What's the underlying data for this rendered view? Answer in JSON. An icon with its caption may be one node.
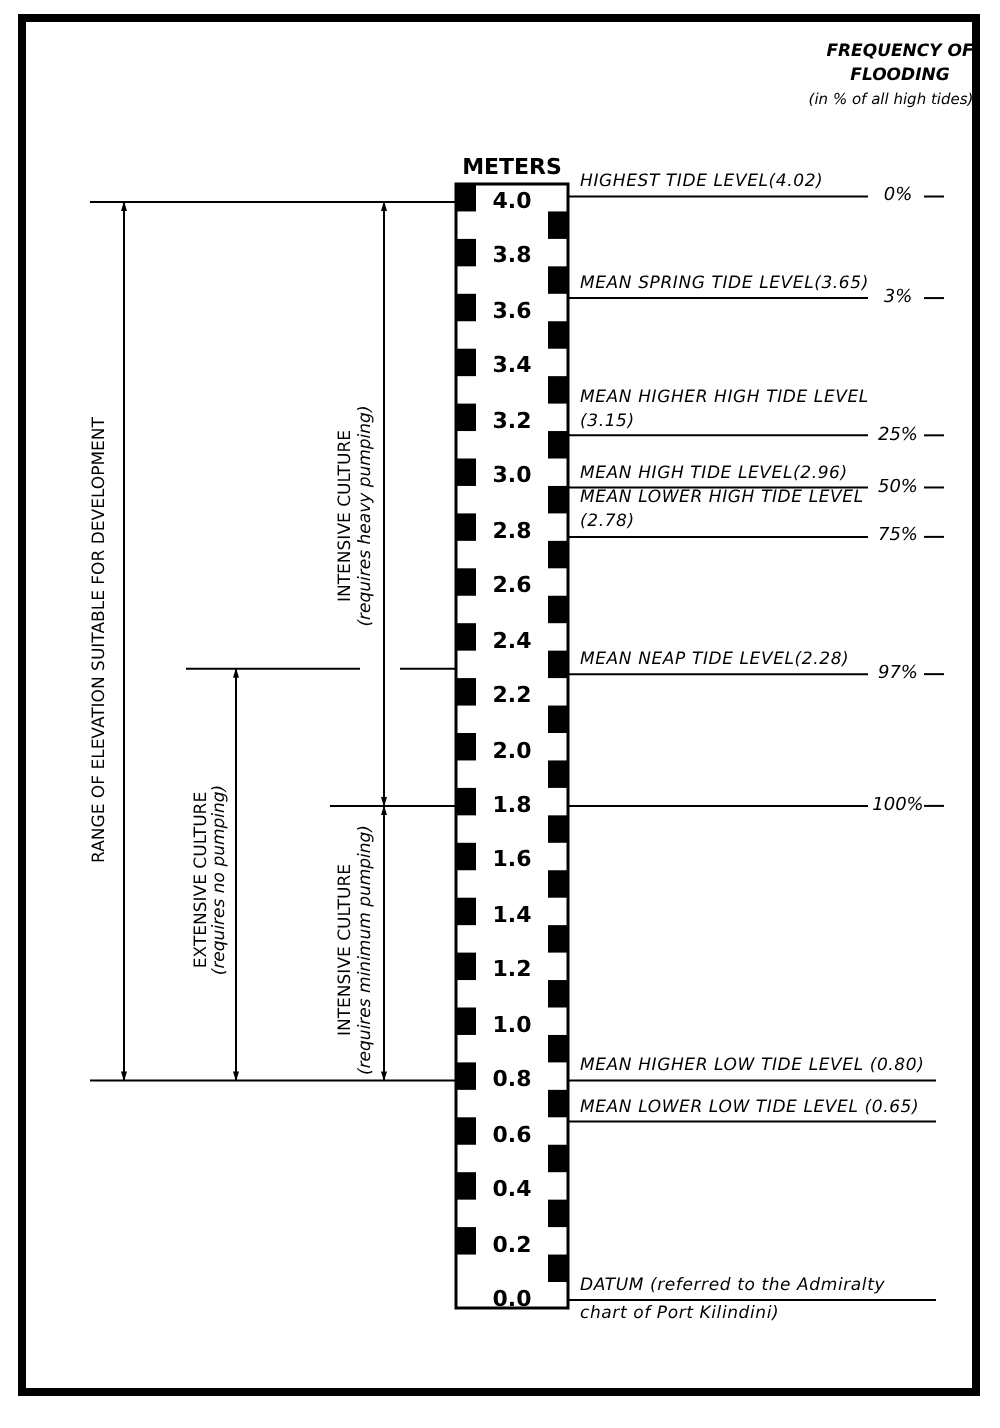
{
  "diagram": {
    "labels": [
      "FREQUENCY OF FLOODING",
      "(in % of all high tides)",
      "METERS",
      "4.0",
      "3.8",
      "3.6",
      "3.4",
      "3.2",
      "3.0",
      "2.8",
      "2.6",
      "2.4",
      "2.2",
      "2.0",
      "1.8",
      "1.6",
      "1.4",
      "1.2",
      "1.0",
      "0.8",
      "0.6",
      "0.4",
      "0.2",
      "0.0",
      "HIGHEST TIDE LEVEL(4.02)",
      "MEAN SPRING TIDE LEVEL(3.65)",
      "MEAN HIGHER HIGH TIDE LEVEL (3.15)",
      "MEAN HIGH TIDE LEVEL(2.96)",
      "MEAN LOWER HIGH TIDE LEVEL (2.78)",
      "MEAN NEAP TIDE LEVEL(2.28)",
      "MEAN HIGHER LOW TIDE LEVEL (0.80)",
      "MEAN LOWER LOW TIDE LEVEL (0.65)",
      "DATUM (referred to the Admiralty chart of Port Kilindini)",
      "0%",
      "3%",
      "25%",
      "50%",
      "75%",
      "97%",
      "100%",
      "RANGE OF ELEVATION SUITABLE FOR DEVELOPMENT",
      "INTENSIVE CULTURE",
      "(requires heavy pumping)",
      "EXTENSIVE CULTURE",
      "(requires no pumping)",
      "INTENSIVE CULTURE",
      "(requires minimum pumping)"
    ]
  }
}
